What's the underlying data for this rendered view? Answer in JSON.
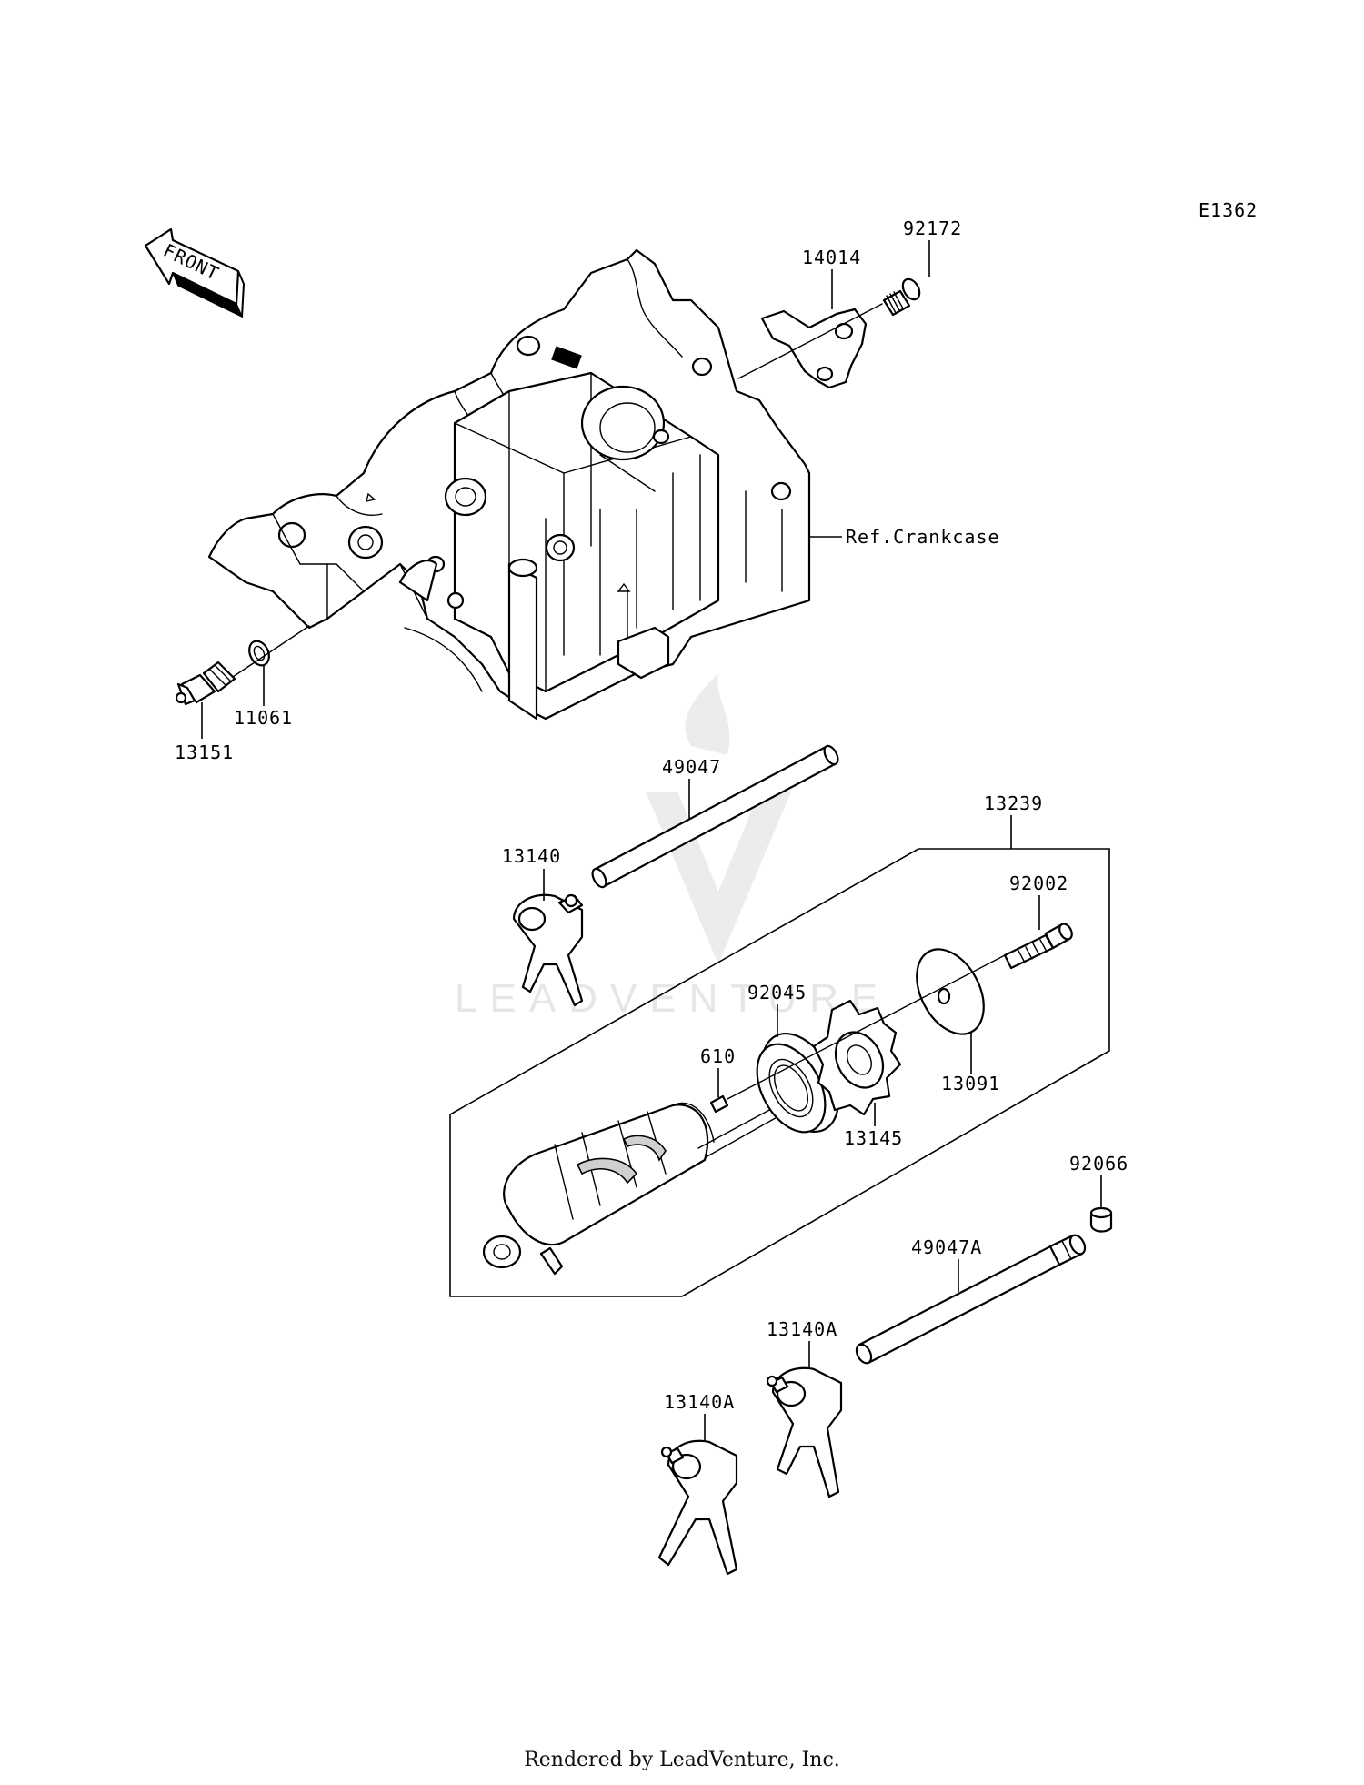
{
  "diagram": {
    "code": "E1362",
    "front_label": "FRONT",
    "ref_label": "Ref.Crankcase",
    "watermark_text": "LEADVENTURE",
    "credit": "Rendered by LeadVenture, Inc.",
    "parts": [
      {
        "id": "p92172",
        "label": "92172"
      },
      {
        "id": "p14014",
        "label": "14014"
      },
      {
        "id": "p11061",
        "label": "11061"
      },
      {
        "id": "p13151",
        "label": "13151"
      },
      {
        "id": "p49047",
        "label": "49047"
      },
      {
        "id": "p13239",
        "label": "13239"
      },
      {
        "id": "p13140",
        "label": "13140"
      },
      {
        "id": "p92002",
        "label": "92002"
      },
      {
        "id": "p92045",
        "label": "92045"
      },
      {
        "id": "p610",
        "label": "610"
      },
      {
        "id": "p13091",
        "label": "13091"
      },
      {
        "id": "p13145",
        "label": "13145"
      },
      {
        "id": "p92066",
        "label": "92066"
      },
      {
        "id": "p49047A",
        "label": "49047A"
      },
      {
        "id": "p13140A_1",
        "label": "13140A"
      },
      {
        "id": "p13140A_2",
        "label": "13140A"
      }
    ]
  }
}
